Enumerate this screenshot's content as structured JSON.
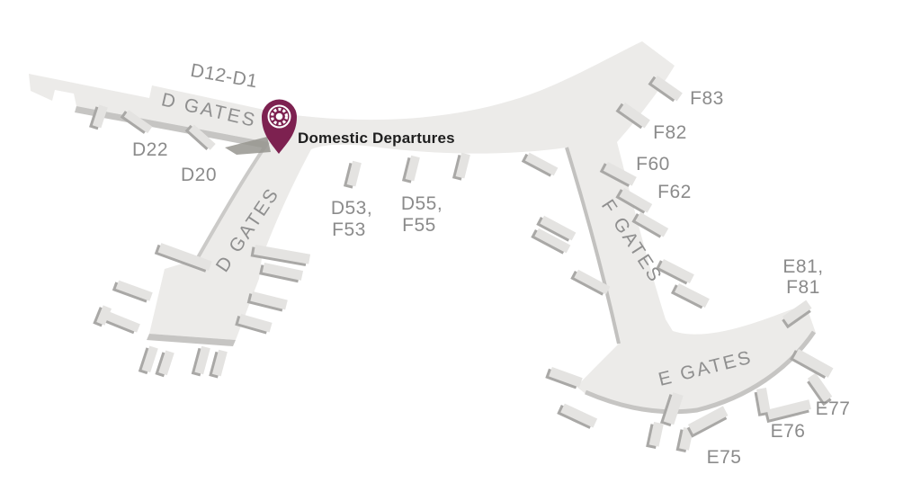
{
  "map": {
    "marker": {
      "label": "Domestic Departures",
      "icon": "roundel-emblem"
    },
    "gate_groups": {
      "d_top": "D GATES",
      "d_side": "D GATES",
      "f": "F GATES",
      "e": "E GATES"
    },
    "gate_labels": {
      "d12d1": "D12-D1",
      "d22": "D22",
      "d20": "D20",
      "d53": "D53,",
      "f53": "F53",
      "d55": "D55,",
      "f55": "F55",
      "f83": "F83",
      "f82": "F82",
      "f60": "F60",
      "f62": "F62",
      "e81": "E81,",
      "f81": "F81",
      "e77": "E77",
      "e76": "E76",
      "e75": "E75"
    }
  },
  "colors": {
    "background": "#FFFFFF",
    "terminal_fill": "#ECEBE9",
    "terminal_side": "#A9A8A6",
    "edge_shadow": "#C6C5C3",
    "label_gray": "#8B8B8B",
    "marker_pin": "#7D2150",
    "marker_text": "#1E1E1E"
  }
}
